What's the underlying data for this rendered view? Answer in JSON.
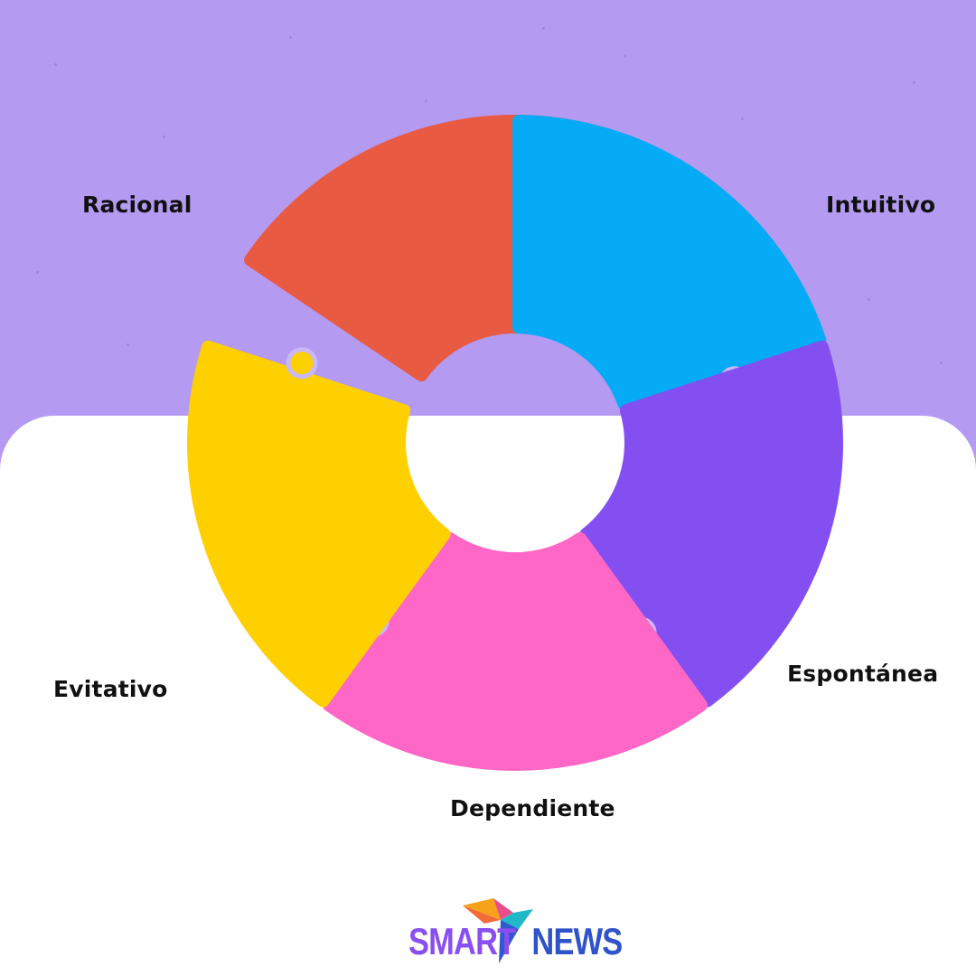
{
  "segments": [
    {
      "id": "racional",
      "label": "Racional",
      "color": "#e95a42"
    },
    {
      "id": "intuitivo",
      "label": "Intuitivo",
      "color": "#05abf5"
    },
    {
      "id": "espontanea",
      "label": "Espontánea",
      "color": "#844ff0"
    },
    {
      "id": "dependiente",
      "label": "Dependiente",
      "color": "#ff67c7"
    },
    {
      "id": "evitativo",
      "label": "Evitativo",
      "color": "#ffd000"
    }
  ],
  "background": {
    "top_color": "#b49af0",
    "bottom_color": "#ffffff"
  },
  "brand": {
    "name_part1": "SMART",
    "name_part2": "NEWS",
    "color1": "#8a4ff0",
    "color2": "#2f53c9",
    "logo_icon": "origami-bird-icon"
  }
}
